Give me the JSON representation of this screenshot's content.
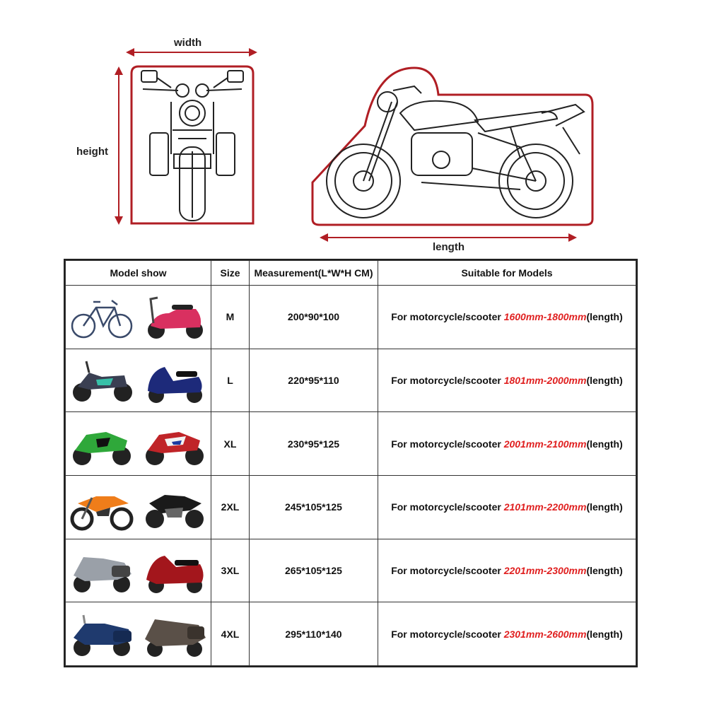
{
  "diagram": {
    "width_label": "width",
    "height_label": "height",
    "length_label": "length",
    "outline_color": "#b01e24"
  },
  "table": {
    "headers": [
      "Model show",
      "Size",
      "Measurement(L*W*H CM)",
      "Suitable for Models"
    ],
    "rows": [
      {
        "size": "M",
        "measurement": "200*90*100",
        "prefix": "For motorcycle/scooter ",
        "range": "1600mm-1800mm",
        "suffix": "(length)",
        "thumb_a": "bicycle",
        "thumb_b": "scooter"
      },
      {
        "size": "L",
        "measurement": "220*95*110",
        "prefix": "For motorcycle/scooter ",
        "range": "1801mm-2000mm",
        "suffix": "(length)",
        "thumb_a": "underbone",
        "thumb_b": "scooter"
      },
      {
        "size": "XL",
        "measurement": "230*95*125",
        "prefix": "For motorcycle/scooter ",
        "range": "2001mm-2100mm",
        "suffix": "(length)",
        "thumb_a": "sportbike",
        "thumb_b": "sportbike"
      },
      {
        "size": "2XL",
        "measurement": "245*105*125",
        "prefix": "For motorcycle/scooter ",
        "range": "2101mm-2200mm",
        "suffix": "(length)",
        "thumb_a": "dirtbike",
        "thumb_b": "naked-bike"
      },
      {
        "size": "3XL",
        "measurement": "265*105*125",
        "prefix": "For motorcycle/scooter ",
        "range": "2201mm-2300mm",
        "suffix": "(length)",
        "thumb_a": "touring",
        "thumb_b": "maxi-scooter"
      },
      {
        "size": "4XL",
        "measurement": "295*110*140",
        "prefix": "For motorcycle/scooter ",
        "range": "2301mm-2600mm",
        "suffix": "(length)",
        "thumb_a": "bagger",
        "thumb_b": "goldwing"
      }
    ],
    "highlight_color": "#e02020"
  }
}
